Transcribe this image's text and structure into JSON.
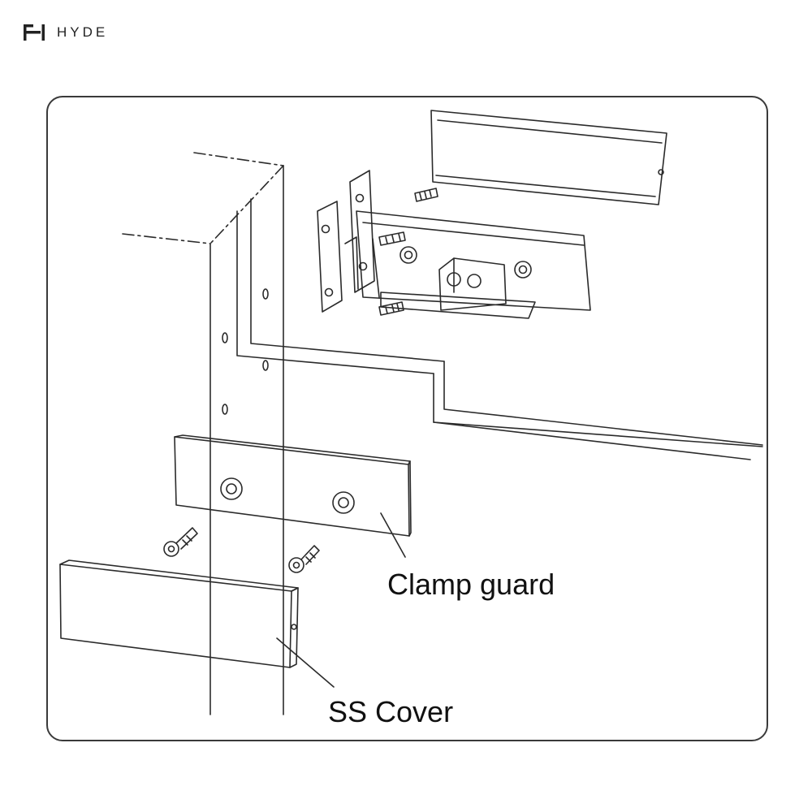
{
  "brand": {
    "name": "HYDE",
    "logo_icon": "h-logo-icon"
  },
  "labels": {
    "clamp_guard": "Clamp guard",
    "ss_cover": "SS Cover"
  },
  "icons": {
    "screw": "screw-icon",
    "mounting_hole": "mounting-hole-icon"
  },
  "colors": {
    "line": "#2b2b2b",
    "text": "#111111"
  }
}
